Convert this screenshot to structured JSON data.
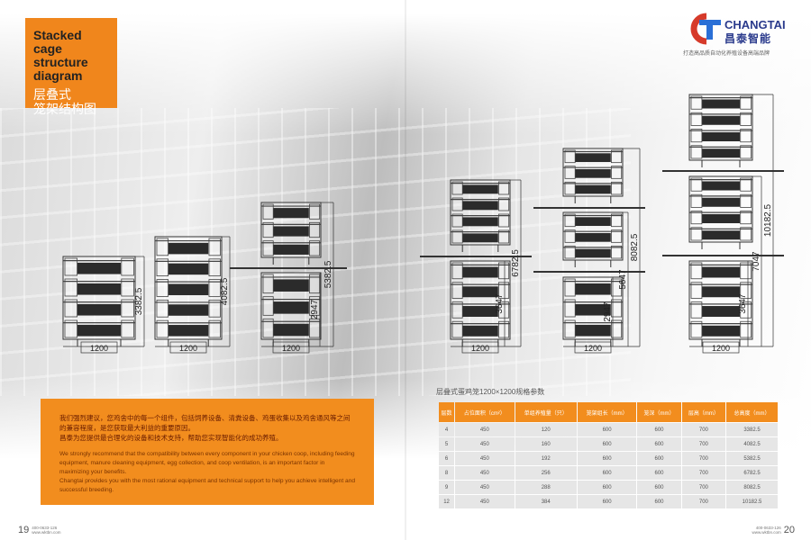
{
  "title": {
    "en": "Stacked cage structure diagram",
    "cn_line1": "层叠式",
    "cn_line2": "笼架结构图"
  },
  "logo": {
    "name": "CHANGTAI",
    "cn_name": "昌泰智能",
    "tagline": "打造高品质自动化养殖设备高端品牌"
  },
  "diagrams": [
    {
      "layers": 4,
      "width_label": "1200",
      "dims": [
        "3382.5"
      ]
    },
    {
      "layers": 5,
      "width_label": "1200",
      "dims": [
        "4082.5"
      ]
    },
    {
      "layers": 6,
      "width_label": "1200",
      "dims": [
        "5382.5",
        "2947"
      ]
    },
    {
      "layers": 8,
      "width_label": "1200",
      "dims": [
        "6782.5",
        "3647"
      ]
    },
    {
      "layers": 9,
      "width_label": "1200",
      "dims": [
        "8082.5",
        "5647",
        "2947"
      ]
    },
    {
      "layers": 12,
      "width_label": "1200",
      "dims": [
        "10182.5",
        "7047",
        "3647"
      ]
    }
  ],
  "info": {
    "cn1": "我们强烈建议，您鸡舍中的每一个组件，包括饲养设备、清粪设备、鸡蛋收集以及鸡舍通风等之间的兼容程度，是您获取最大利益的重要原因。",
    "cn2": "昌泰为您提供最合理化的设备和技术支持，帮助您实现智能化的成功养殖。",
    "en1": "We strongly recommend that the compatibility between every component in your chicken coop, including feeding equipment, manure cleaning equipment, egg collection, and coop ventilation, is an important factor in maximizing your benefits.",
    "en2": "Changtai provides you with the most rational equipment and technical support to help you achieve intelligent and successful breeding."
  },
  "table": {
    "title": "层叠式蛋鸡笼1200×1200规格参数",
    "headers": [
      "层数",
      "占位面积（cm²）",
      "单组养殖量（只）",
      "笼架组长（mm）",
      "笼深（mm）",
      "层高（mm）",
      "总高度（mm）"
    ],
    "rows": [
      [
        "4",
        "450",
        "120",
        "600",
        "600",
        "700",
        "3382.5"
      ],
      [
        "5",
        "450",
        "160",
        "600",
        "600",
        "700",
        "4082.5"
      ],
      [
        "6",
        "450",
        "192",
        "600",
        "600",
        "700",
        "5382.5"
      ],
      [
        "8",
        "450",
        "256",
        "600",
        "600",
        "700",
        "6782.5"
      ],
      [
        "9",
        "450",
        "288",
        "600",
        "600",
        "700",
        "8082.5"
      ],
      [
        "12",
        "450",
        "384",
        "600",
        "600",
        "700",
        "10182.5"
      ]
    ]
  },
  "footer": {
    "left_page": "19",
    "right_page": "20",
    "phone": "400-0633-126",
    "web": "www.wktbn.com"
  },
  "colors": {
    "accent": "#f28d1e",
    "brand_blue": "#2a3a8c",
    "brand_red": "#d63a2a"
  }
}
